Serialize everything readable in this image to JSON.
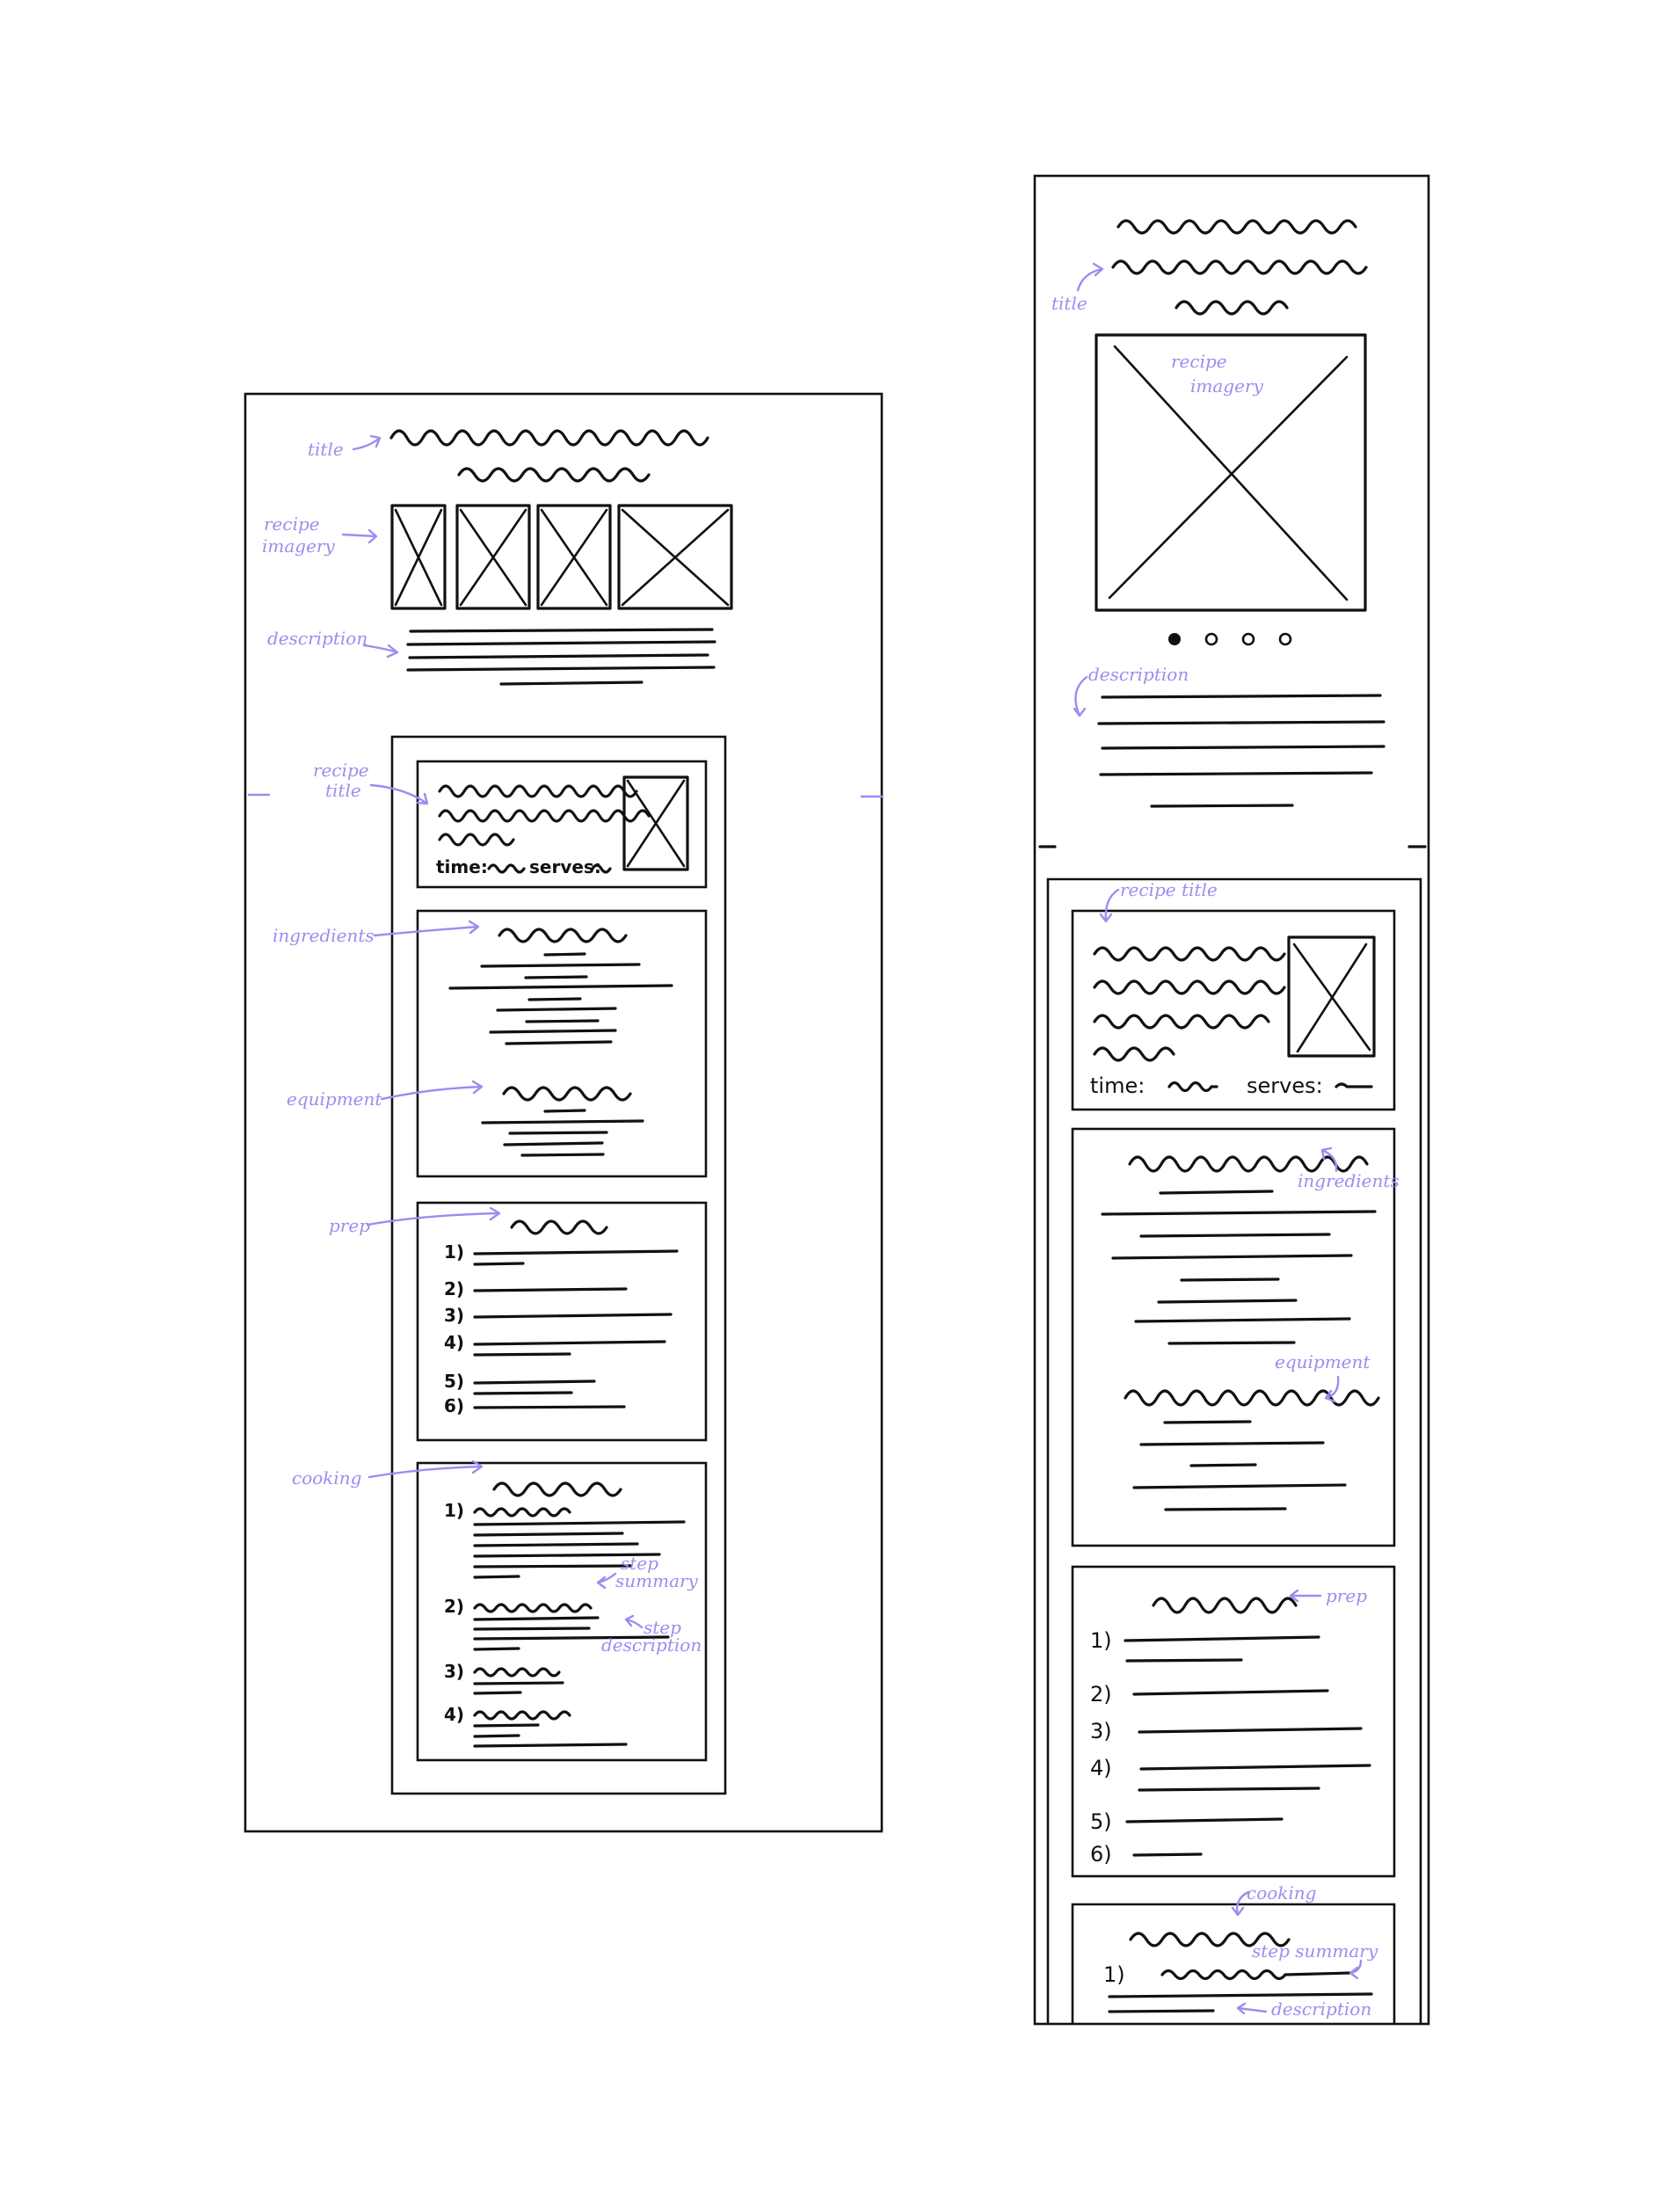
{
  "desktop": {
    "annotations": {
      "title": "title",
      "recipe_imagery": [
        "recipe",
        "imagery"
      ],
      "description": "description",
      "recipe_title": [
        "recipe",
        "title"
      ],
      "ingredients": "ingredients",
      "equipment": "equipment",
      "prep": "prep",
      "cooking": "cooking",
      "step_summary": [
        "step",
        "summary"
      ],
      "step_description": [
        "step",
        "description"
      ]
    },
    "card_meta": {
      "time": "time:",
      "serves": "serves:"
    },
    "prep_numbers": [
      "1)",
      "2)",
      "3)",
      "4)",
      "5)",
      "6)"
    ],
    "cooking_numbers": [
      "1)",
      "2)",
      "3)",
      "4)"
    ]
  },
  "mobile": {
    "annotations": {
      "title": "title",
      "recipe_imagery": [
        "recipe",
        "imagery"
      ],
      "description": "description",
      "recipe_title": "recipe title",
      "ingredients": "ingredients",
      "equipment": "equipment",
      "prep": "prep",
      "cooking": "cooking",
      "step_summary": "step summary",
      "description_2": "description"
    },
    "card_meta": {
      "time": "time:",
      "serves": "serves:"
    },
    "prep_numbers": [
      "1)",
      "2)",
      "3)",
      "4)",
      "5)",
      "6)"
    ],
    "cooking_numbers": [
      "1)"
    ],
    "carousel": {
      "dots": 4,
      "active": 1
    }
  },
  "colors": {
    "ink": "#111111",
    "annotation": "#9b8df0",
    "background": "#ffffff"
  }
}
